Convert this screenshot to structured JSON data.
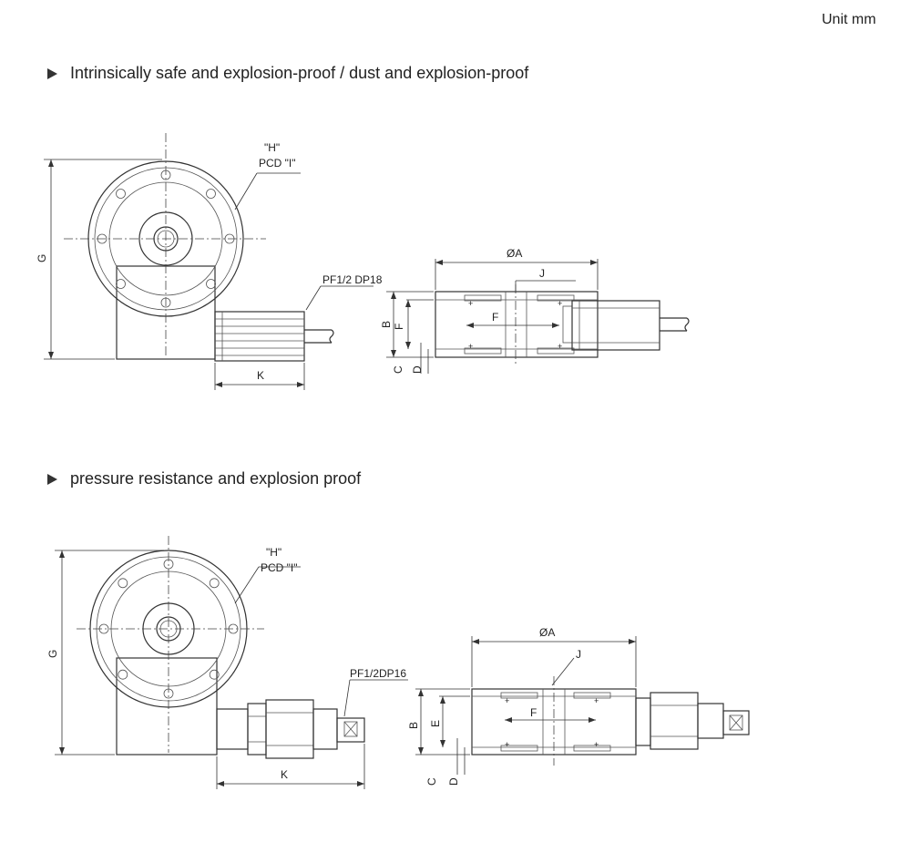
{
  "unit_label": "Unit mm",
  "section1": {
    "title": "Intrinsically safe and explosion-proof / dust and explosion-proof",
    "labels": {
      "H": "\"H\"",
      "PCD": "PCD \"I\"",
      "G": "G",
      "K": "K",
      "port": "PF1/2 DP18",
      "A": "ØA",
      "J": "J",
      "B": "B",
      "F1": "F",
      "F2": "F",
      "C": "C",
      "D": "D"
    }
  },
  "section2": {
    "title": "pressure resistance and explosion proof",
    "labels": {
      "H": "\"H\"",
      "PCD": "PCD \"I\"",
      "G": "G",
      "K": "K",
      "port": "PF1/2DP16",
      "A": "ØA",
      "J": "J",
      "B": "B",
      "E": "E",
      "F": "F",
      "C": "C",
      "D": "D"
    }
  }
}
